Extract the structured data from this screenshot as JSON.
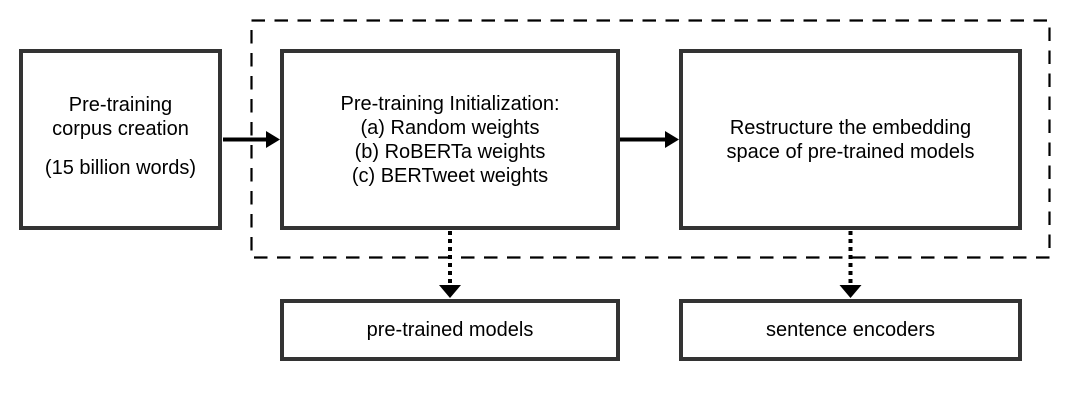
{
  "diagram": {
    "boxes": {
      "corpus": {
        "line_top": "Pre-training\ncorpus creation",
        "line_bottom": "(15 billion words)"
      },
      "init": {
        "text": "Pre-training Initialization:\n(a) Random weights\n(b) RoBERTa weights\n(c) BERTweet weights"
      },
      "restructure": {
        "text": "Restructure the embedding\nspace of pre-trained models"
      },
      "pretrained": {
        "text": "pre-trained models"
      },
      "encoders": {
        "text": "sentence encoders"
      }
    },
    "arrows": {
      "corpus_to_init": "solid-right-arrow",
      "init_to_restructure": "solid-right-arrow",
      "init_to_pretrained": "dotted-down-arrow",
      "restructure_to_encoders": "dotted-down-arrow"
    },
    "container": "dashed-boundary"
  },
  "colors": {
    "background": "#ffffff",
    "box-border": "#333333",
    "text": "#000000",
    "arrow": "#000000",
    "dashed-line": "#000000"
  }
}
